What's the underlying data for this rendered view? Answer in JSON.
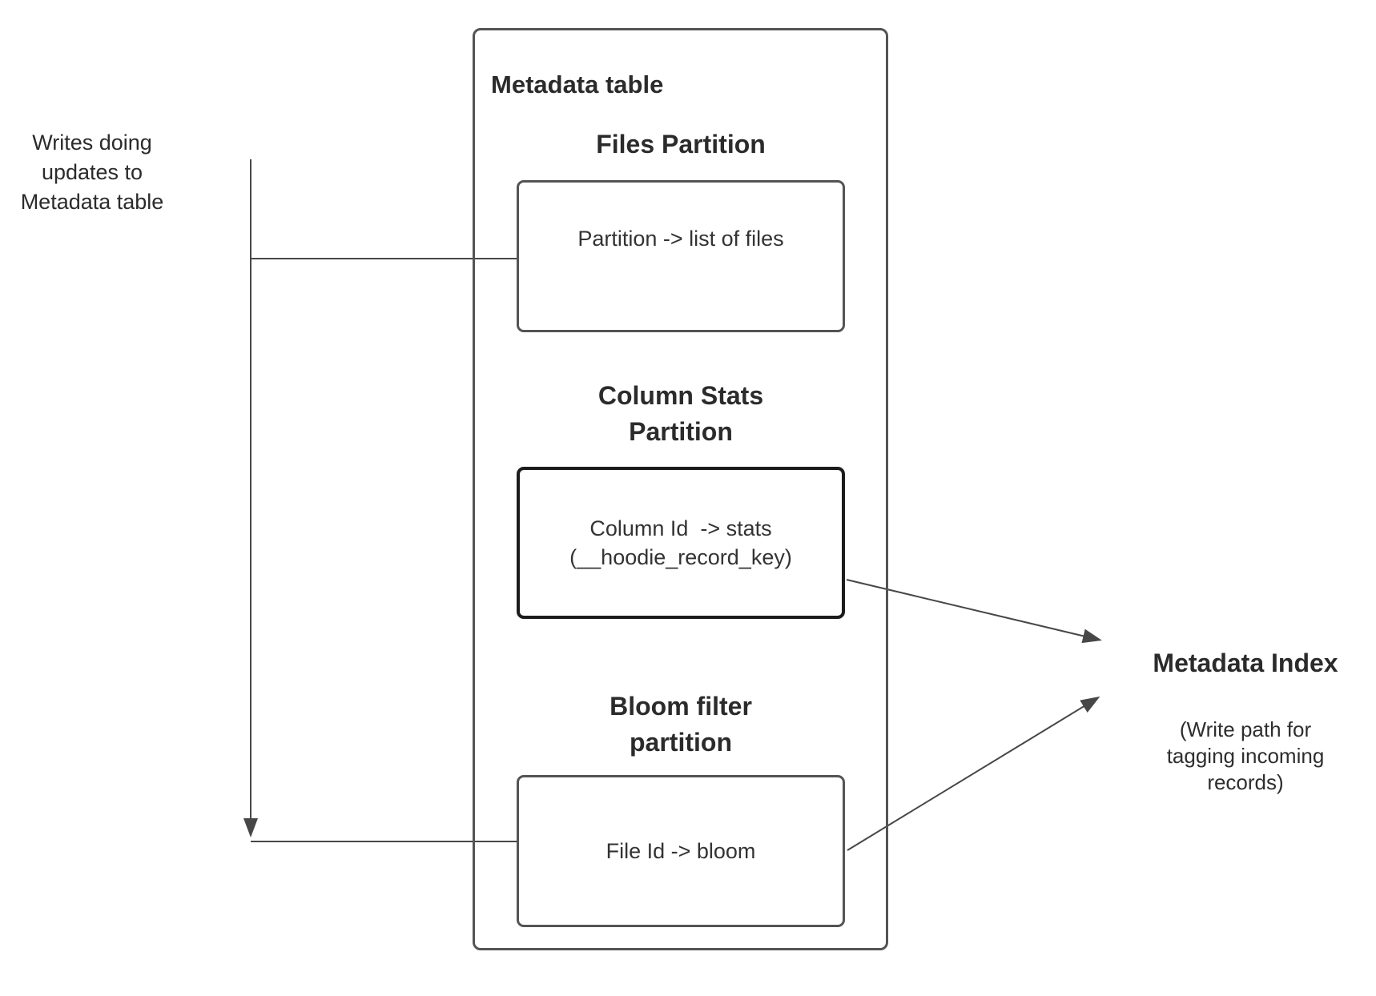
{
  "diagram": {
    "title": "Metadata table",
    "left_label": {
      "lines": [
        "Writes doing",
        "updates to",
        "Metadata table"
      ]
    },
    "partitions": [
      {
        "heading_lines": [
          "Files Partition"
        ],
        "body_lines": [
          "Partition -> list of files"
        ]
      },
      {
        "heading_lines": [
          "Column Stats",
          "Partition"
        ],
        "body_lines": [
          "Column Id  -> stats",
          "(__hoodie_record_key)"
        ]
      },
      {
        "heading_lines": [
          "Bloom filter",
          "partition"
        ],
        "body_lines": [
          "File Id -> bloom"
        ]
      }
    ],
    "metadata_index": {
      "title": "Metadata Index",
      "subtitle_lines": [
        "(Write path for",
        "tagging incoming",
        "records)"
      ]
    },
    "colors": {
      "background": "#ffffff",
      "box_border": "#545454",
      "emphasis_border": "#1c1c1c",
      "connector": "#474747",
      "text": "#2b2b2b"
    }
  }
}
